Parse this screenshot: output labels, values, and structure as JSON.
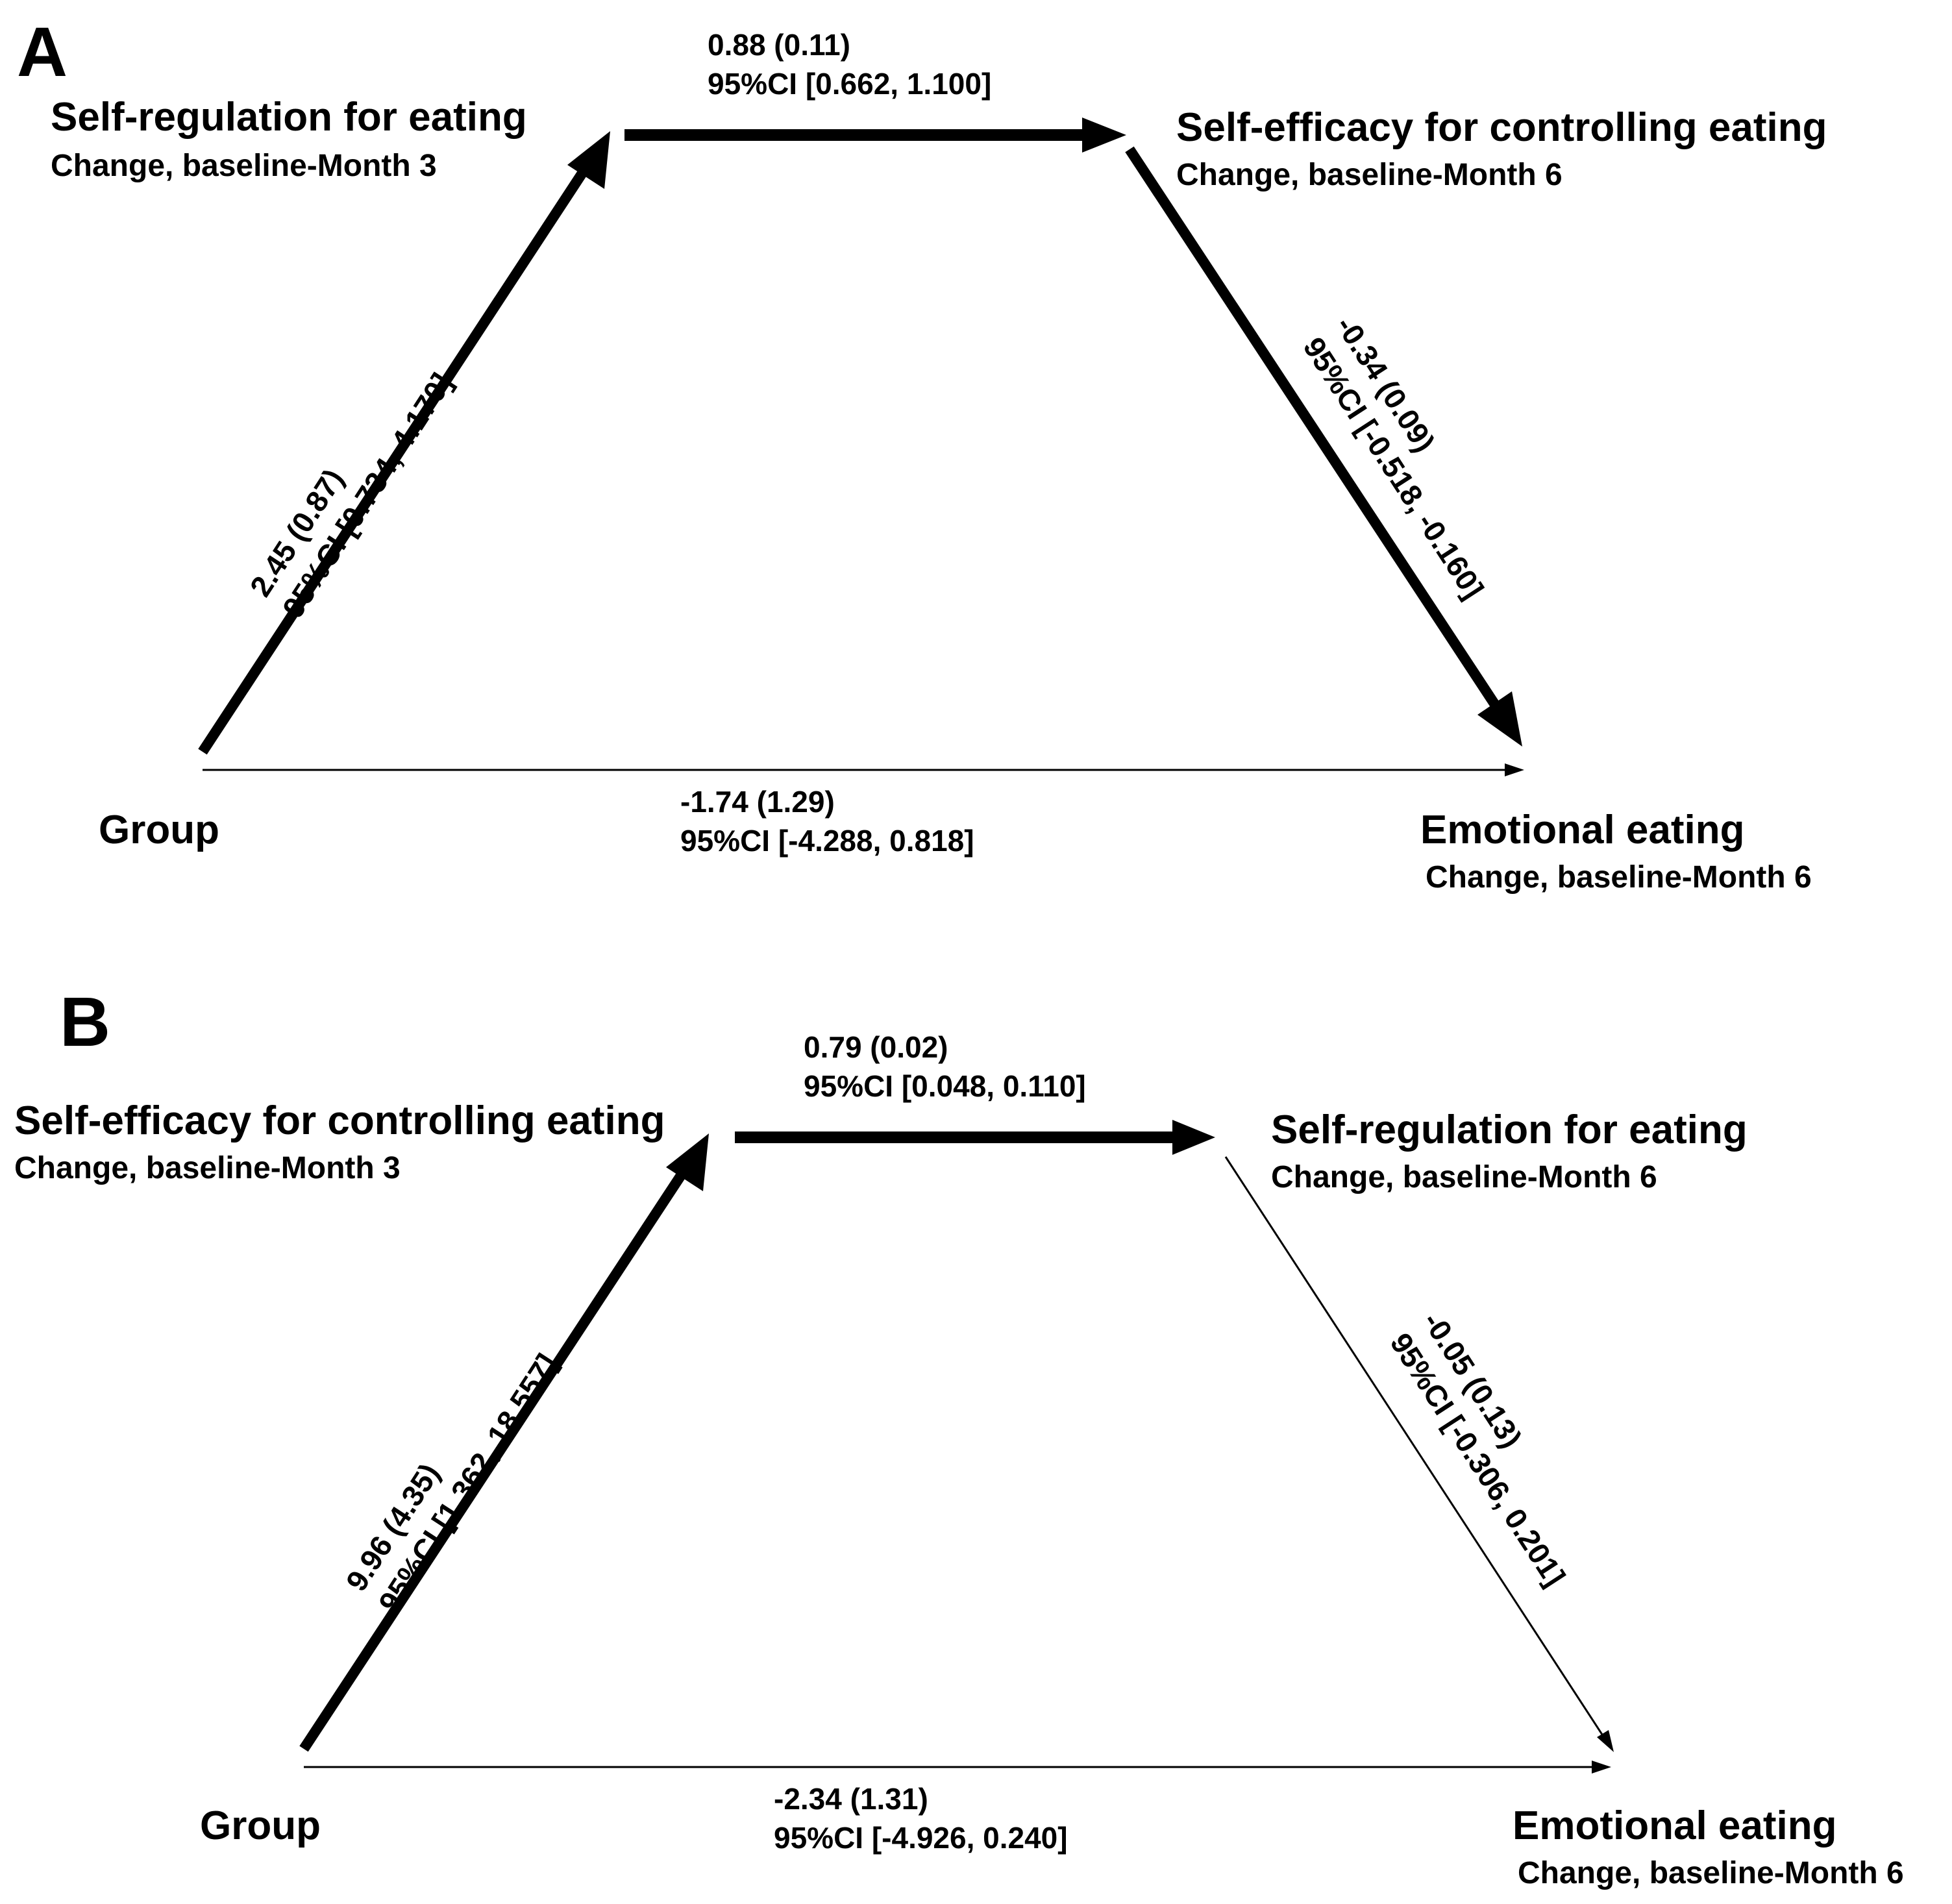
{
  "panel_a": {
    "letter": "A",
    "node_top_left": {
      "title": "Self-regulation for eating",
      "subtitle": "Change, baseline-Month 3"
    },
    "node_top_right": {
      "title": "Self-efficacy for controlling eating",
      "subtitle": "Change, baseline-Month 6"
    },
    "node_bottom_left": {
      "title": "Group"
    },
    "node_bottom_right": {
      "title": "Emotional eating",
      "subtitle": "Change, baseline-Month 6"
    },
    "edge_top": {
      "estimate": "0.88 (0.11)",
      "ci": "95%CI [0.662, 1.100]"
    },
    "edge_left": {
      "estimate": "2.45 (0.87)",
      "ci": "95%CI [0.734, 4.170]"
    },
    "edge_right": {
      "estimate": "-0.34 (0.09)",
      "ci": "95%CI [-0.518, -0.160]"
    },
    "edge_bottom": {
      "estimate": "-1.74 (1.29)",
      "ci": "95%CI [-4.288, 0.818]"
    }
  },
  "panel_b": {
    "letter": "B",
    "node_top_left": {
      "title": "Self-efficacy for controlling eating",
      "subtitle": "Change, baseline-Month 3"
    },
    "node_top_right": {
      "title": "Self-regulation for eating",
      "subtitle": "Change, baseline-Month 6"
    },
    "node_bottom_left": {
      "title": "Group"
    },
    "node_bottom_right": {
      "title": "Emotional eating",
      "subtitle": "Change, baseline-Month 6"
    },
    "edge_top": {
      "estimate": "0.79 (0.02)",
      "ci": "95%CI [0.048, 0.110]"
    },
    "edge_left": {
      "estimate": "9.96 (4.35)",
      "ci": "95%CI [1.362, 18.557]"
    },
    "edge_right": {
      "estimate": "-0.05 (0.13)",
      "ci": "95%CI [-0.306, 0.201]"
    },
    "edge_bottom": {
      "estimate": "-2.34 (1.31)",
      "ci": "95%CI [-4.926, 0.240]"
    }
  },
  "colors": {
    "ink": "#000000",
    "background": "#ffffff"
  }
}
